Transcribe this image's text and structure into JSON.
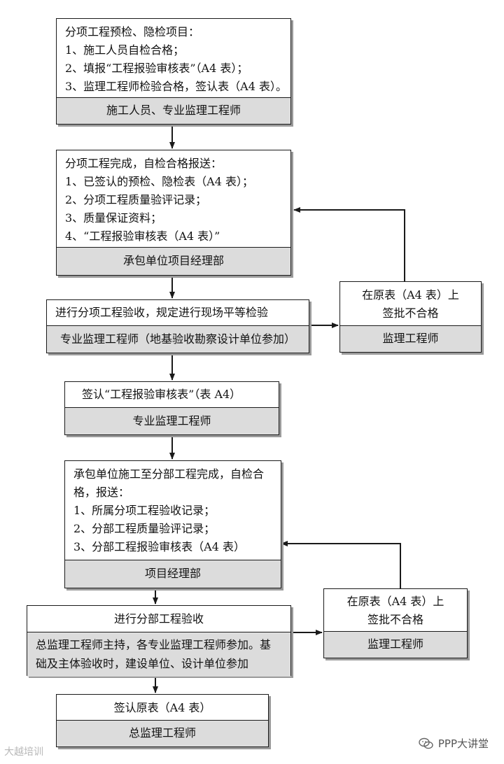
{
  "boxes": {
    "b1": {
      "title": "分项工程预检、隐检项目：",
      "lines": [
        "1、施工人员自检合格；",
        "2、填报“工程报验审核表”（A4 表）；",
        "3、监理工程师检验合格，签认表（A4 表）。"
      ],
      "footer": "施工人员、专业监理工程师"
    },
    "b2": {
      "title": "分项工程完成，自检合格报送：",
      "lines": [
        "1、已签认的预检、隐检表（A4 表）；",
        "2、分项工程质量验评记录；",
        "3、质量保证资料；",
        "4、“工程报验审核表（A4 表）”"
      ],
      "footer": "承包单位项目经理部"
    },
    "b3": {
      "title": "进行分项工程验收，规定进行现场平等检验",
      "footer": "专业监理工程师（地基验收勘察设计单位参加）"
    },
    "r1": {
      "lines": [
        "在原表（A4 表）上",
        "签批不合格"
      ],
      "footer": "监理工程师"
    },
    "b4": {
      "title": "签认“工程报验审核表”（表 A4）",
      "footer": "专业监理工程师"
    },
    "b5": {
      "lines": [
        "承包单位施工至分部工程完成，自检合",
        "格，报送：",
        "1、所属分项工程验收记录；",
        "2、分部工程质量验评记录；",
        "3、分部工程报验审核表（A4 表）"
      ],
      "footer": "项目经理部"
    },
    "b6": {
      "title": "进行分部工程验收",
      "lines": [
        "总监理工程师主持，各专业监理工程师参加。基",
        "础及主体验收时，建设单位、设计单位参加"
      ]
    },
    "r2": {
      "lines": [
        "在原表（A4 表）上",
        "签批不合格"
      ],
      "footer": "监理工程师"
    },
    "b7": {
      "title": "签认原表（A4 表）",
      "footer": "总监理工程师"
    }
  },
  "watermarks": {
    "left": "大越培训",
    "right": "PPP大讲堂"
  },
  "colors": {
    "footer_fill": "#dcdcdc",
    "border": "#1a1a1a",
    "shadow": "#9a9a9a"
  }
}
